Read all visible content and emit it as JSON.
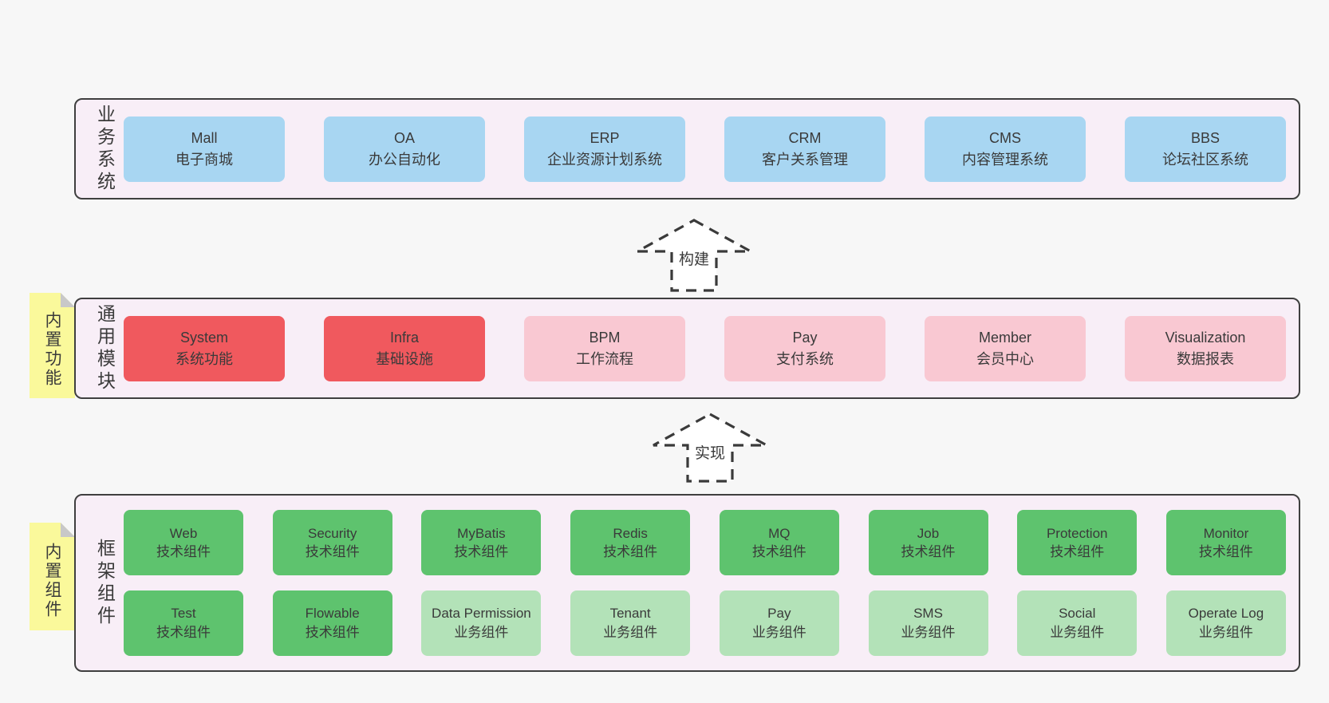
{
  "colors": {
    "page_bg": "#f7f7f7",
    "container_bg": "#f8eef7",
    "container_border": "#3f3f3f",
    "blue": "#a8d6f2",
    "red": "#f0595e",
    "pink": "#f9c8d2",
    "green": "#5ec36e",
    "light_green": "#b3e2b8",
    "sticky_yellow": "#faf99b",
    "fold_gray": "#c8c8c8",
    "text": "#3a3a3a"
  },
  "sections": {
    "business": {
      "label": "业务系统",
      "boxes": [
        {
          "en": "Mall",
          "zh": "电子商城"
        },
        {
          "en": "OA",
          "zh": "办公自动化"
        },
        {
          "en": "ERP",
          "zh": "企业资源计划系统"
        },
        {
          "en": "CRM",
          "zh": "客户关系管理"
        },
        {
          "en": "CMS",
          "zh": "内容管理系统"
        },
        {
          "en": "BBS",
          "zh": "论坛社区系统"
        }
      ]
    },
    "modules": {
      "label": "通用模块",
      "sticky": "内置功能",
      "boxes": [
        {
          "en": "System",
          "zh": "系统功能"
        },
        {
          "en": "Infra",
          "zh": "基础设施"
        },
        {
          "en": "BPM",
          "zh": "工作流程"
        },
        {
          "en": "Pay",
          "zh": "支付系统"
        },
        {
          "en": "Member",
          "zh": "会员中心"
        },
        {
          "en": "Visualization",
          "zh": "数据报表"
        }
      ]
    },
    "components": {
      "label": "框架组件",
      "sticky": "内置组件",
      "row1": [
        {
          "en": "Web",
          "zh": "技术组件"
        },
        {
          "en": "Security",
          "zh": "技术组件"
        },
        {
          "en": "MyBatis",
          "zh": "技术组件"
        },
        {
          "en": "Redis",
          "zh": "技术组件"
        },
        {
          "en": "MQ",
          "zh": "技术组件"
        },
        {
          "en": "Job",
          "zh": "技术组件"
        },
        {
          "en": "Protection",
          "zh": "技术组件"
        },
        {
          "en": "Monitor",
          "zh": "技术组件"
        }
      ],
      "row2": [
        {
          "en": "Test",
          "zh": "技术组件"
        },
        {
          "en": "Flowable",
          "zh": "技术组件"
        },
        {
          "en": "Data Permission",
          "zh": "业务组件"
        },
        {
          "en": "Tenant",
          "zh": "业务组件"
        },
        {
          "en": "Pay",
          "zh": "业务组件"
        },
        {
          "en": "SMS",
          "zh": "业务组件"
        },
        {
          "en": "Social",
          "zh": "业务组件"
        },
        {
          "en": "Operate Log",
          "zh": "业务组件"
        }
      ]
    }
  },
  "arrows": [
    {
      "label": "构建"
    },
    {
      "label": "实现"
    }
  ]
}
